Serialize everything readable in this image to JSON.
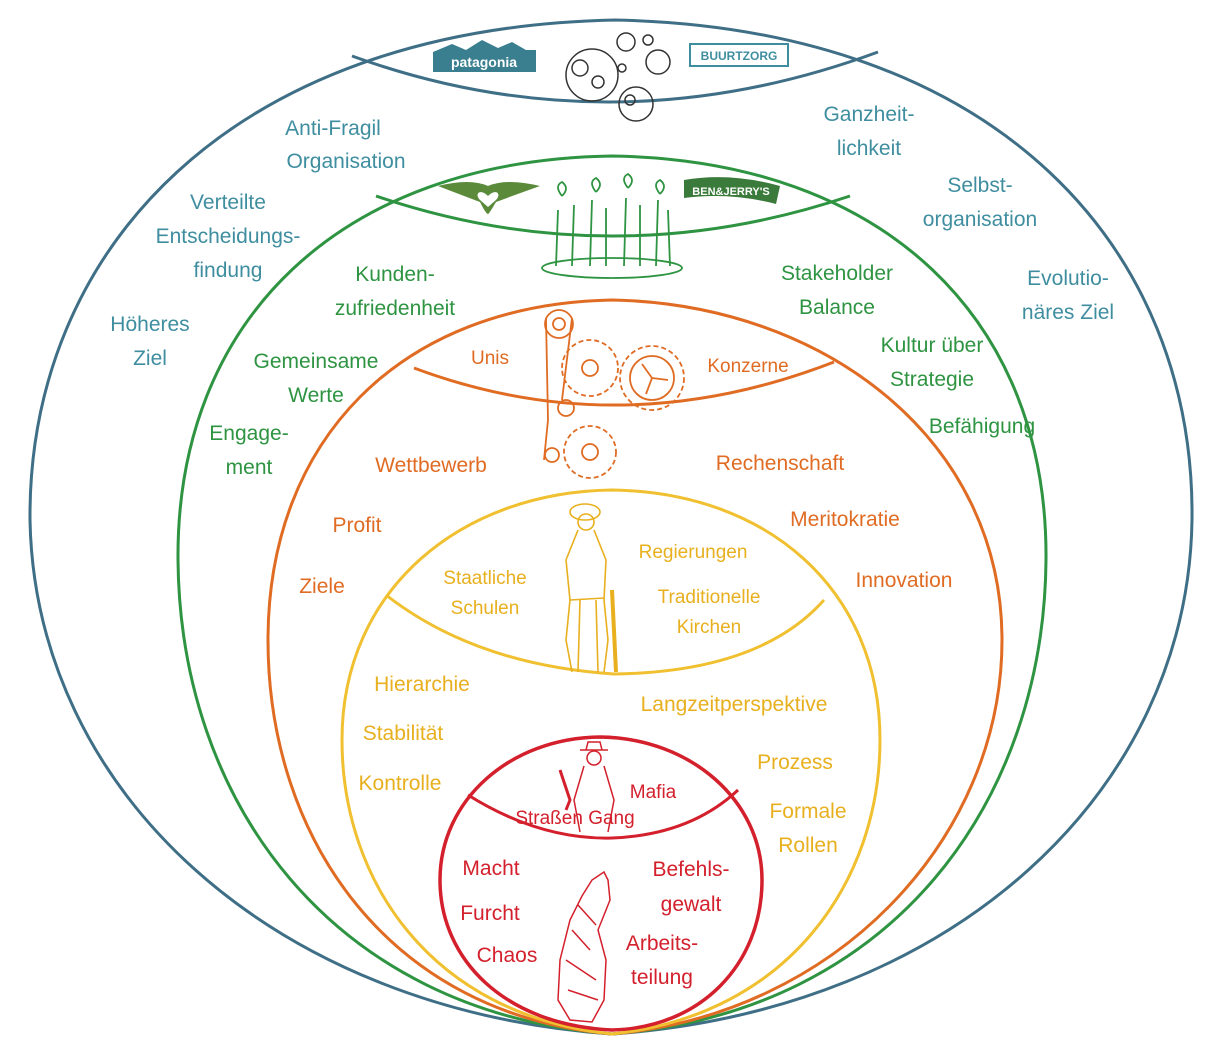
{
  "colors": {
    "teal": "#3f6f86",
    "green": "#2e9442",
    "orange": "#e06c24",
    "yellow": "#f0c030",
    "red": "#d3202c"
  },
  "teal_layer": {
    "logos": [
      "patagonia",
      "BUURTZORG"
    ],
    "labels": {
      "anti_fragil_1": "Anti-Fragil",
      "anti_fragil_2": "Organisation",
      "verteilte_1": "Verteilte",
      "verteilte_2": "Entscheidungs-",
      "verteilte_3": "findung",
      "hoeheres_1": "Höheres",
      "hoeheres_2": "Ziel",
      "ganzheit_1": "Ganzheit-",
      "ganzheit_2": "lichkeit",
      "selbst_1": "Selbst-",
      "selbst_2": "organisation",
      "evol_1": "Evolutio-",
      "evol_2": "näres Ziel"
    }
  },
  "green_layer": {
    "logo": "BEN&JERRY'S",
    "labels": {
      "kunden_1": "Kunden-",
      "kunden_2": "zufriedenheit",
      "gemeinsame_1": "Gemeinsame",
      "gemeinsame_2": "Werte",
      "engage_1": "Engage-",
      "engage_2": "ment",
      "stakeholder_1": "Stakeholder",
      "stakeholder_2": "Balance",
      "kultur_1": "Kultur über",
      "kultur_2": "Strategie",
      "befaehigung": "Befähigung"
    }
  },
  "orange_layer": {
    "labels": {
      "unis": "Unis",
      "konzerne": "Konzerne",
      "wettbewerb": "Wettbewerb",
      "rechenschaft": "Rechenschaft",
      "profit": "Profit",
      "meritokratie": "Meritokratie",
      "ziele": "Ziele",
      "innovation": "Innovation"
    }
  },
  "amber_layer": {
    "labels": {
      "staatliche_1": "Staatliche",
      "staatliche_2": "Schulen",
      "regierungen": "Regierungen",
      "kirchen_1": "Traditionelle",
      "kirchen_2": "Kirchen",
      "hierarchie": "Hierarchie",
      "stabilitaet": "Stabilität",
      "kontrolle": "Kontrolle",
      "langzeit": "Langzeitperspektive",
      "prozess": "Prozess",
      "formale_1": "Formale",
      "formale_2": "Rollen"
    }
  },
  "red_layer": {
    "labels": {
      "mafia": "Mafia",
      "gang": "Straßen Gang",
      "macht": "Macht",
      "furcht": "Furcht",
      "chaos": "Chaos",
      "befehls_1": "Befehls-",
      "befehls_2": "gewalt",
      "arbeits_1": "Arbeits-",
      "arbeits_2": "teilung"
    }
  }
}
